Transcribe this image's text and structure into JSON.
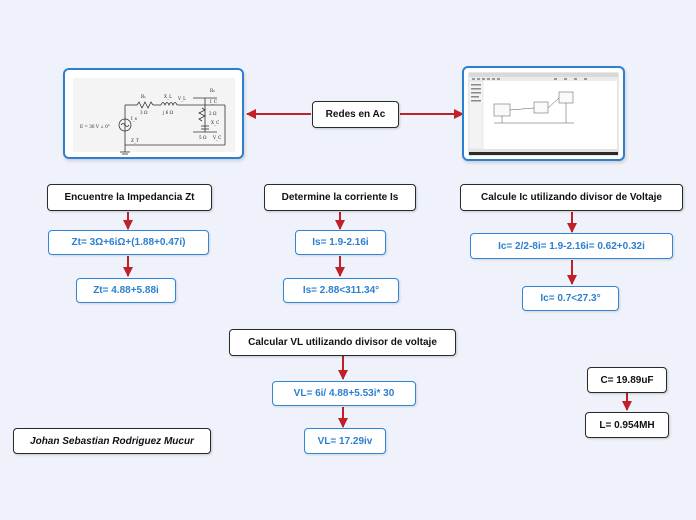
{
  "colors": {
    "arrow": "#c0202a",
    "blue_border": "#2f86d6",
    "blue_text": "#2c7fcf",
    "background": "#eff2fa"
  },
  "root": {
    "label": "Redes en Ac"
  },
  "circuit_image": {
    "labels": {
      "source": "E = 30 V ∠ 0°",
      "r1": "R₁",
      "r1_val": "3 Ω",
      "xl": "X_L",
      "xl_val": "j 6 Ω",
      "vl": "V_L",
      "r2": "R₂",
      "r2_val": "2 Ω",
      "xc": "X_C",
      "xc_val": "5 Ω",
      "vc": "V_C",
      "ic": "I_C",
      "zt": "Z_T",
      "is": "I_s"
    }
  },
  "branch_impedance": {
    "title": "Encuentre la Impedancia Zt",
    "step1": "Zt= 3Ω+6iΩ+(1.88+0.47i)",
    "step2": "Zt= 4.88+5.88i"
  },
  "branch_current": {
    "title": "Determine la corriente Is",
    "step1": "Is= 1.9-2.16i",
    "step2": "Is= 2.88<311.34°"
  },
  "branch_ic": {
    "title": "Calcule Ic utilizando divisor de Voltaje",
    "step1": "Ic= 2/2-8i= 1.9-2.16i= 0.62+0.32i",
    "step2": "Ic= 0.7<27.3°"
  },
  "branch_vl": {
    "title": "Calcular VL utilizando divisor de voltaje",
    "step1": "VL= 6i/ 4.88+5.53i* 30",
    "step2": "VL= 17.29iv"
  },
  "branch_lc": {
    "c": "C= 19.89uF",
    "l": "L= 0.954MH"
  },
  "author": "Johan Sebastian Rodriguez Mucur"
}
